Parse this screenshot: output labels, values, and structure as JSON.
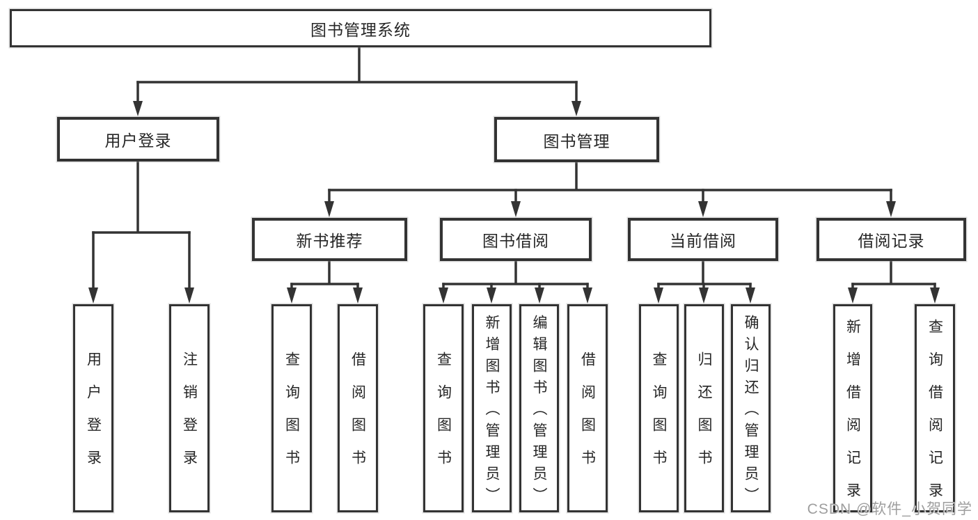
{
  "tree": {
    "root": {
      "label": "图书管理系统"
    },
    "branches": [
      {
        "label": "用户登录",
        "children": [
          {
            "label": "用户登录"
          },
          {
            "label": "注销登录"
          }
        ]
      },
      {
        "label": "图书管理",
        "sections": [
          {
            "label": "新书推荐",
            "children": [
              {
                "label": "查询图书"
              },
              {
                "label": "借阅图书"
              }
            ]
          },
          {
            "label": "图书借阅",
            "children": [
              {
                "label": "查询图书"
              },
              {
                "label": "新增图书（管理员）"
              },
              {
                "label": "编辑图书（管理员）"
              },
              {
                "label": "借阅图书"
              }
            ]
          },
          {
            "label": "当前借阅",
            "children": [
              {
                "label": "查询图书"
              },
              {
                "label": "归还图书"
              },
              {
                "label": "确认归还（管理员）"
              }
            ]
          },
          {
            "label": "借阅记录",
            "children": [
              {
                "label": "新增借阅记录"
              },
              {
                "label": "查询借阅记录"
              }
            ]
          }
        ]
      }
    ]
  },
  "watermark": "CSDN @软件_小贺同学",
  "colors": {
    "line": "#333333",
    "box_border": "#333333",
    "text": "#262626",
    "watermark": "#9e9e9e",
    "background": "#ffffff"
  }
}
